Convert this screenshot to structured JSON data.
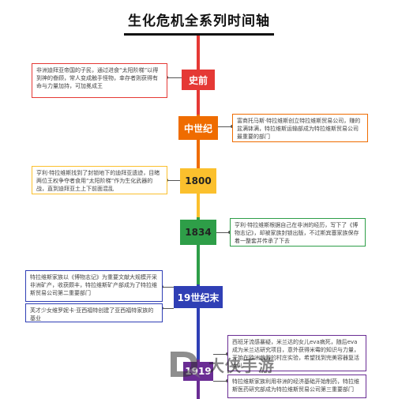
{
  "title": "生化危机全系列时间轴",
  "nodes": [
    {
      "label": "史前",
      "color": "#e53935"
    },
    {
      "label": "中世纪",
      "color": "#ef6c00"
    },
    {
      "label": "1800",
      "color": "#fbc02d"
    },
    {
      "label": "1834",
      "color": "#2e9e48"
    },
    {
      "label": "19世纪末",
      "color": "#2f3fb5"
    },
    {
      "label": "1919",
      "color": "#6a2d94"
    }
  ],
  "segment_colors": [
    "#e53935",
    "#ef6c00",
    "#fbc02d",
    "#2e9e48",
    "#2f3fb5",
    "#6a2d94"
  ],
  "events": [
    {
      "text": "非洲迪拜亚帝国的子民，通过进食“太阳阶梯”以得到神的眷顾，常人变成触手怪物，幸存者则获得有命与力量加持，可加冕成王",
      "border": "#e53935"
    },
    {
      "text": "富商托马斯·特拉维斯创立特拉维斯贸易公司，赚的盆满钵满，特拉维斯运输部成为特拉维斯贸易公司最重要的部门",
      "border": "#ef6c00"
    },
    {
      "text": "亨利·特拉维斯找到了封锁地下的迪拜亚遗迹，目睹两位王权争夺者食用“太阳阶梯”作为生化武器的战，直到迪拜亚土上下前面混乱",
      "border": "#fbc02d"
    },
    {
      "text": "亨利·特拉维斯根据自己在非洲的经历，写下了《博物志记》，却被家族封锁出版，不过斯宾塞家族保存着一整套并传承了下去",
      "border": "#2e9e48"
    },
    {
      "text": "特拉维斯家族以《博物志记》为重要文献大规模开采非洲矿产，收获颇丰，特拉维斯矿产部成为了特拉维斯贸易公司第二重要部门",
      "border": "#2f3fb5"
    },
    {
      "text": "芙才少女维罗妮卡·亚西福特创建了亚西福特家族的基业",
      "border": "#2f3fb5"
    },
    {
      "text": "西班牙流感暴疑，米兰达的女儿eva病死，随后eva成为米兰达研究项目，意外获得米霉的知识与力量，开始在欧洲偏僻的村庄实验，希望找到完美容器复活女儿",
      "border": "#6a2d94"
    },
    {
      "text": "特拉维斯家族利用非洲的经济基础开始制药，特拉维斯医药研究部成为特拉维斯贸易公司第三重要部门",
      "border": "#6a2d94"
    }
  ],
  "watermark": "大侠手游"
}
